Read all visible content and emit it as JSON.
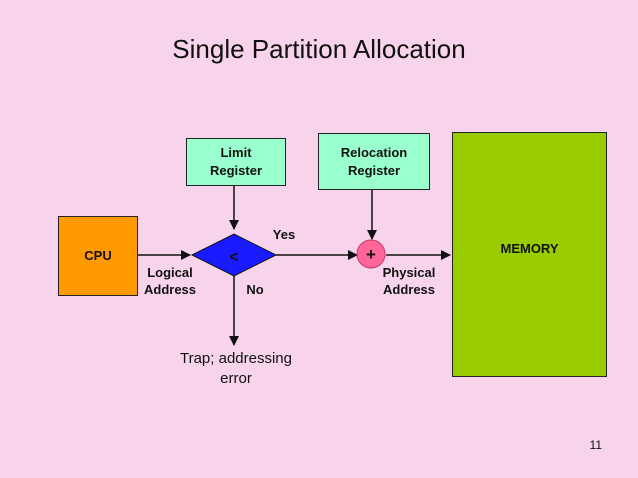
{
  "title": "Single Partition Allocation",
  "boxes": {
    "cpu": "CPU",
    "limit_register": "Limit\nRegister",
    "relocation_register": "Relocation\nRegister",
    "memory": "MEMORY"
  },
  "symbols": {
    "compare": "<",
    "add": "+"
  },
  "labels": {
    "logical_address": "Logical\nAddress",
    "yes": "Yes",
    "no": "No",
    "physical_address": "Physical\nAddress",
    "trap": "Trap; addressing\nerror"
  },
  "page_number": "11",
  "colors": {
    "background": "#f7d4ec",
    "cpu": "#ff9900",
    "registers": "#99ffcc",
    "memory": "#99cc00",
    "compare_diamond": "#1a1aff",
    "adder": "#ff6699"
  }
}
